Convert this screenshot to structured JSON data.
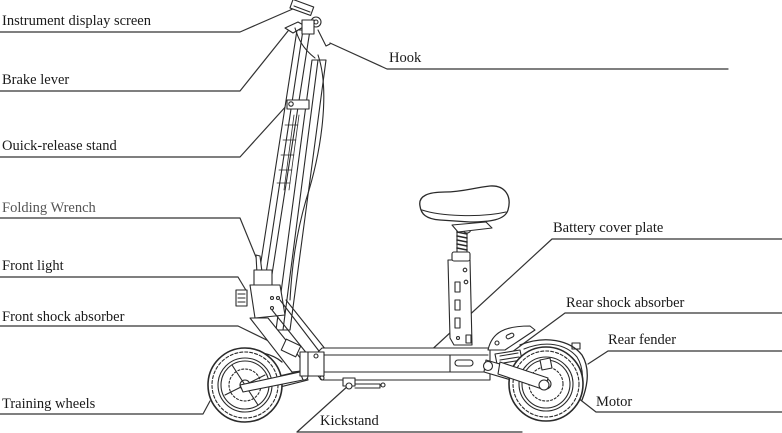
{
  "diagram": {
    "subject": "Electric scooter with seat",
    "line_color": "#2a2a2a",
    "text_color": "#1a1a1a",
    "muted_text_color": "#555555"
  },
  "labels": {
    "instrument_display_screen": "Instrument display screen",
    "brake_lever": "Brake lever",
    "quick_release_stand": "Ouick-release stand",
    "folding_wrench": "Folding Wrench",
    "front_light": "Front light",
    "front_shock_absorber": "Front shock absorber",
    "training_wheels": "Training wheels",
    "kickstand": "Kickstand",
    "hook": "Hook",
    "battery_cover_plate": "Battery cover plate",
    "rear_shock_absorber": "Rear shock absorber",
    "rear_fender": "Rear fender",
    "motor": "Motor"
  }
}
